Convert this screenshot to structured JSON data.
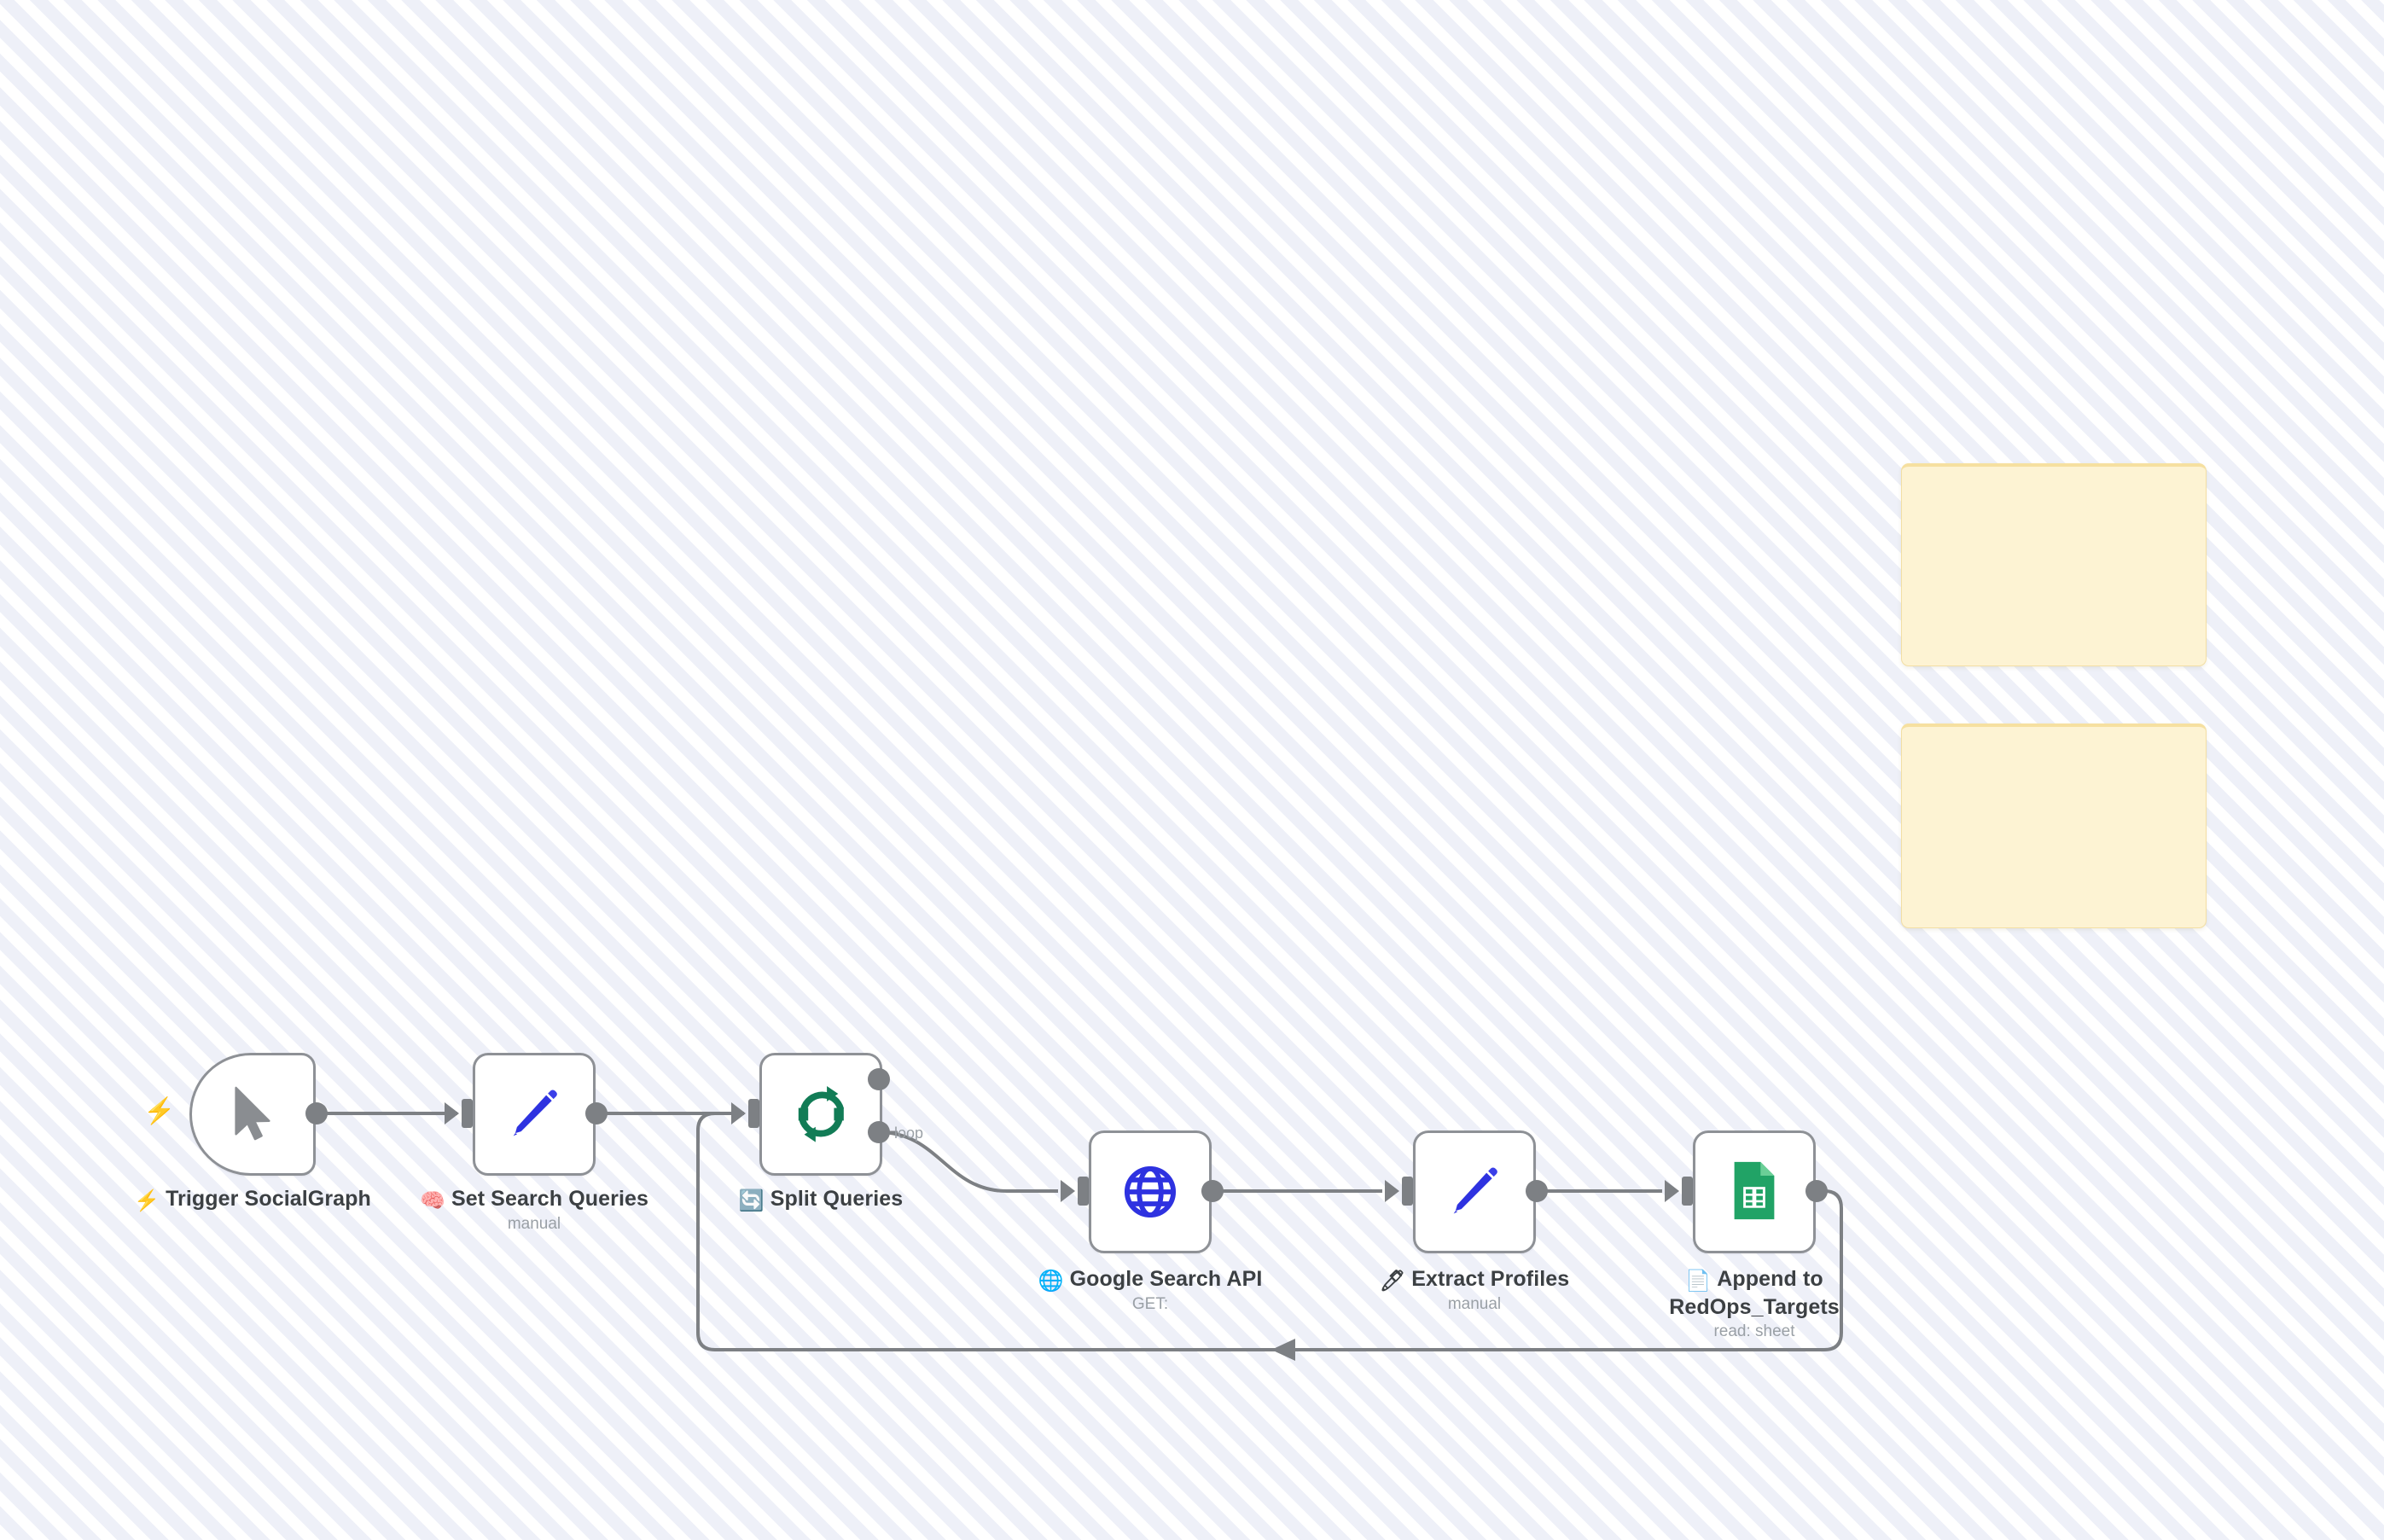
{
  "canvas": {
    "background_color": "#FBFCFE",
    "stripe_color": "#EEF0F8",
    "edge_color": "#7D8084",
    "node_border_color": "#8E9196",
    "node_fill_color": "#FFFFFF"
  },
  "nodes": [
    {
      "id": "trigger-socialgraph",
      "label": "Trigger SocialGraph",
      "label_emoji": "⚡",
      "subtitle": "",
      "icon": "cursor-arrow-icon",
      "icon_color": "#8A8D91",
      "shape": "trigger",
      "marker": "⚡",
      "marker_color": "#FF4D2D"
    },
    {
      "id": "set-search-queries",
      "label": "Set Search Queries",
      "label_emoji": "🧠",
      "subtitle": "manual",
      "icon": "pencil-icon",
      "icon_color": "#2E32E0",
      "shape": "rect"
    },
    {
      "id": "split-queries",
      "label": "Split Queries",
      "label_emoji": "🔄",
      "subtitle": "",
      "icon": "loop-refresh-icon",
      "icon_color": "#127C56",
      "shape": "rect",
      "output_labels": [
        "",
        "loop"
      ]
    },
    {
      "id": "google-search-api",
      "label": "Google Search API",
      "label_emoji": "🌐",
      "subtitle": "GET:",
      "icon": "globe-icon",
      "icon_color": "#2E32E0",
      "shape": "rect"
    },
    {
      "id": "extract-profiles",
      "label": "Extract Profiles",
      "label_emoji": "🖊",
      "subtitle": "manual",
      "icon": "pencil-icon",
      "icon_color": "#2E32E0",
      "shape": "rect"
    },
    {
      "id": "append-to-redops-targets",
      "label": "Append to RedOps_Targets",
      "label_emoji": "📄",
      "subtitle": "read: sheet",
      "icon": "google-sheets-icon",
      "icon_color": "#21A366",
      "shape": "rect"
    }
  ],
  "edge_labels": {
    "split_loop": "loop"
  },
  "sticky_notes": [
    {
      "id": "sticky-note-1",
      "content": "",
      "color": "#FDF3D3"
    },
    {
      "id": "sticky-note-2",
      "content": "",
      "color": "#FDF3D3"
    }
  ]
}
